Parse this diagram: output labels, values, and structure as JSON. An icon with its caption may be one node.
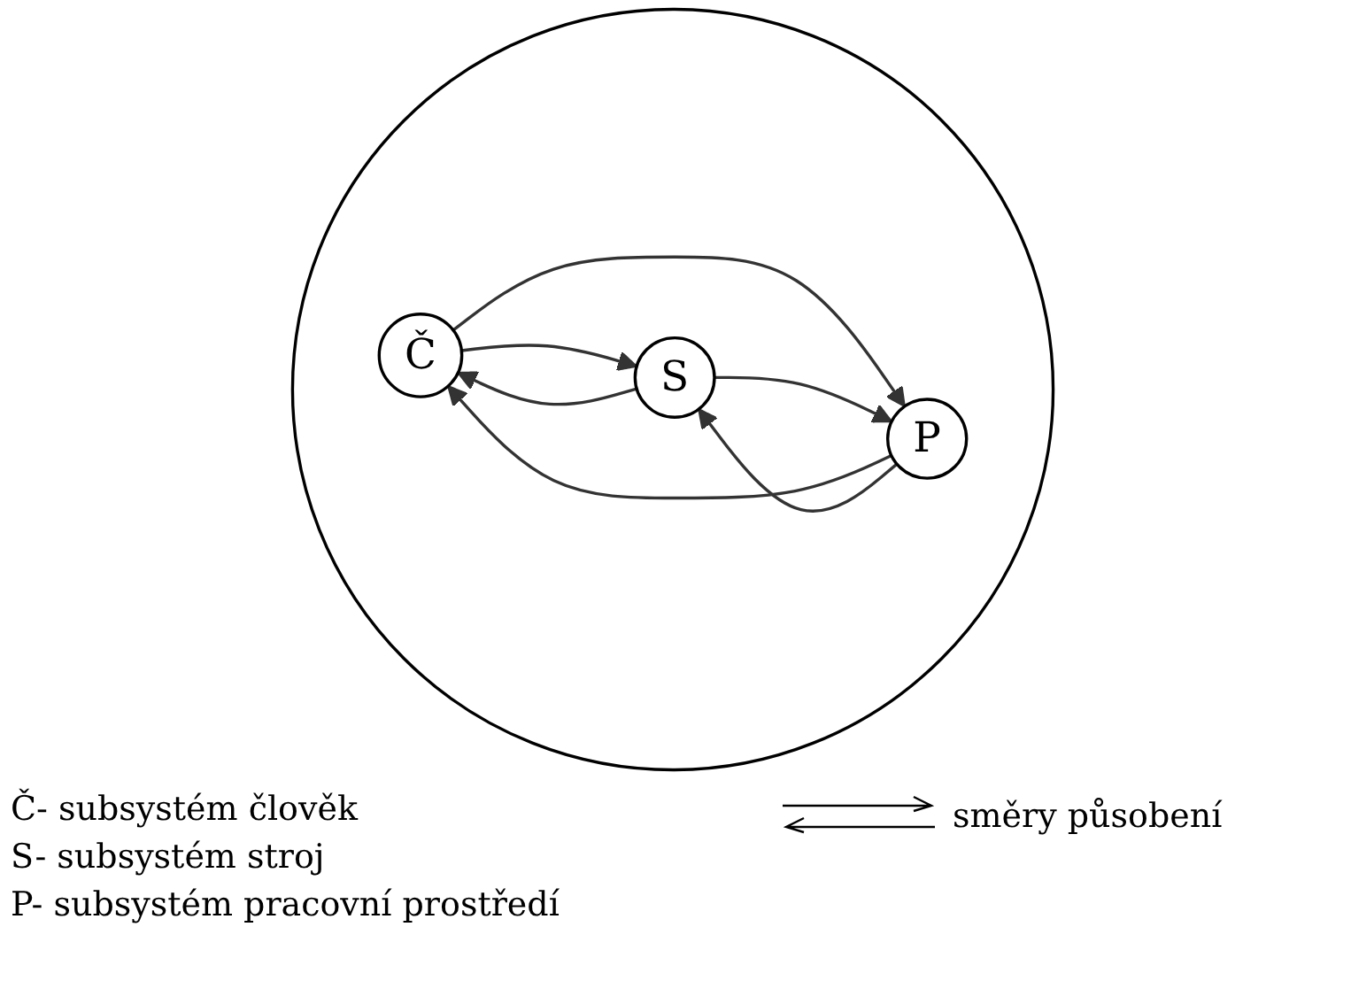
{
  "diagram": {
    "nodes": [
      {
        "text": [],
        "shape": "circle"
      },
      {
        "text": [
          "Č"
        ],
        "in": 0
      },
      {
        "text": [
          "S"
        ],
        "in": 0
      },
      {
        "text": [
          "P"
        ],
        "in": 0
      }
    ],
    "edges": [
      {
        "from": 1,
        "to": 2,
        "arrow": "to"
      },
      {
        "from": 2,
        "to": 1,
        "arrow": "to"
      },
      {
        "from": 1,
        "to": 3,
        "arrow": "to"
      },
      {
        "from": 3,
        "to": 1,
        "arrow": "to"
      },
      {
        "from": 2,
        "to": 3,
        "arrow": "to"
      },
      {
        "from": 3,
        "to": 2,
        "arrow": "to"
      }
    ],
    "labels": [
      "Č- subsystém člověk",
      "S- subsystém stroj",
      "P- subsystém pracovní prostředí"
    ],
    "legend": [
      {
        "text": "směry působení"
      }
    ]
  }
}
